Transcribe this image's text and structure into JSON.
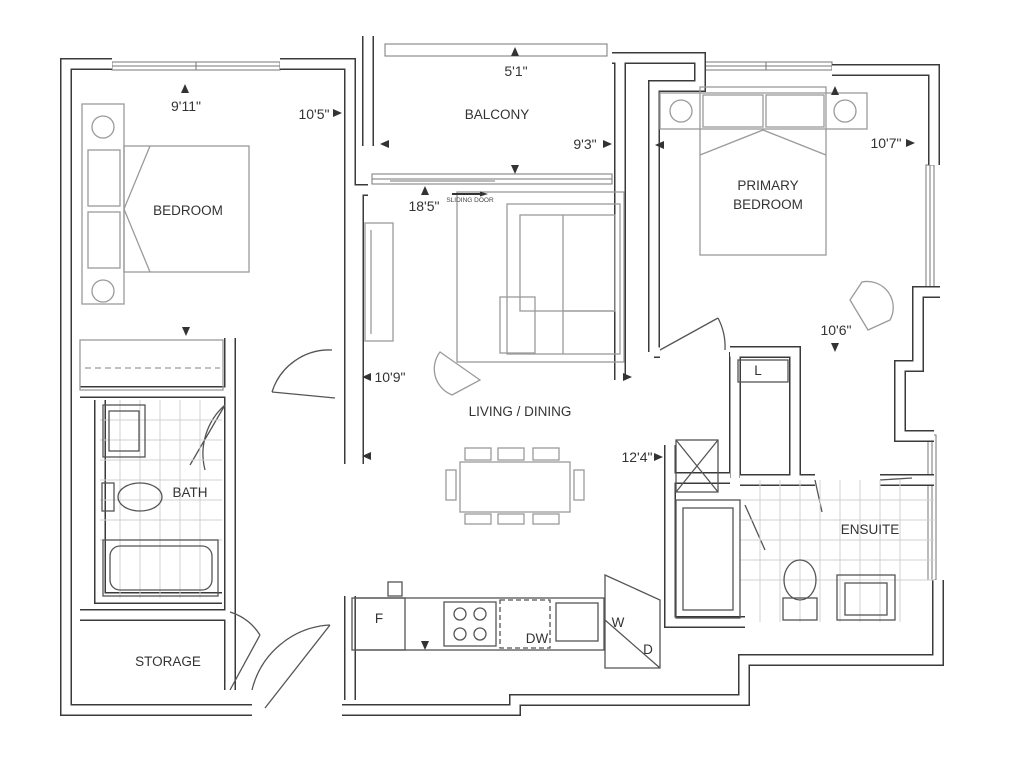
{
  "rooms": {
    "bedroom": "BEDROOM",
    "balcony": "BALCONY",
    "primary_line1": "PRIMARY",
    "primary_line2": "BEDROOM",
    "living": "LIVING / DINING",
    "bath": "BATH",
    "ensuite": "ENSUITE",
    "storage": "STORAGE"
  },
  "dimensions": {
    "bedroom_width": "9'11\"",
    "bedroom_depth": "10'5\"",
    "balcony_depth": "5'1\"",
    "balcony_width": "9'3\"",
    "living_length": "18'5\"",
    "living_width": "10'9\"",
    "primary_width": "10'7\"",
    "primary_depth": "10'6\"",
    "kitchen_width": "12'4\""
  },
  "annotations": {
    "sliding_door": "SLIDING DOOR",
    "fridge": "F",
    "dishwasher": "DW",
    "washer": "W",
    "dryer": "D",
    "linen": "L"
  }
}
